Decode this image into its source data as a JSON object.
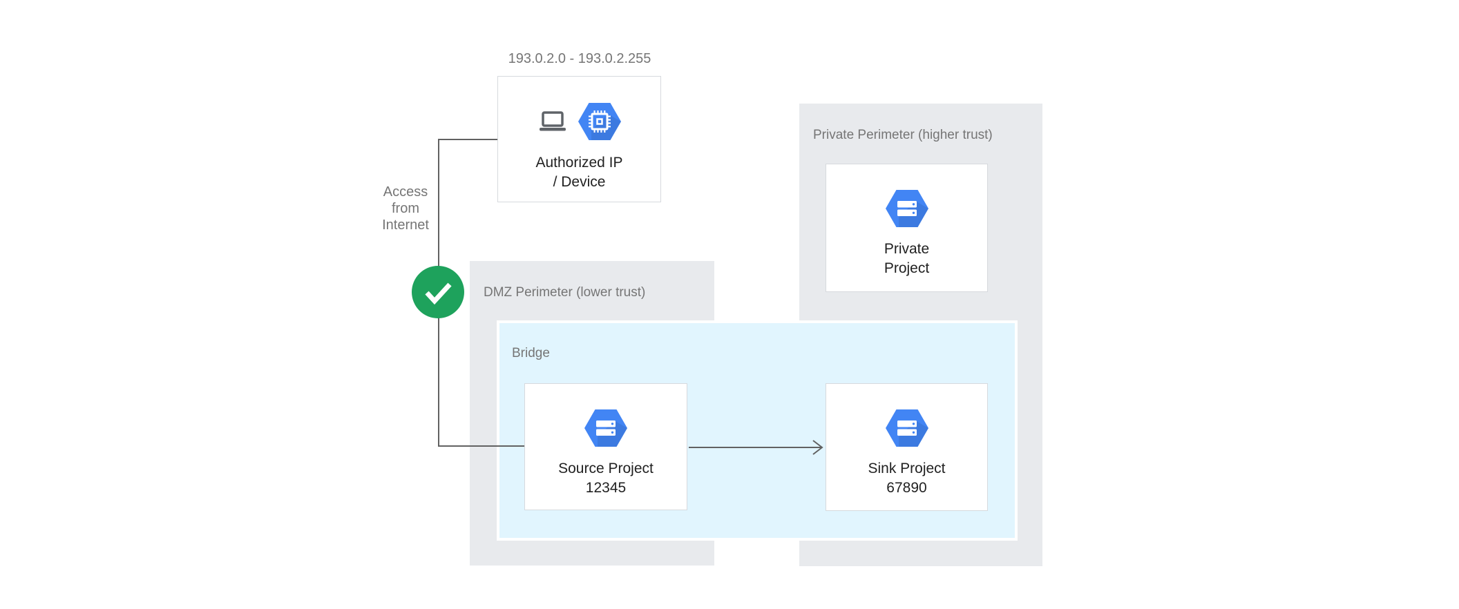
{
  "colors": {
    "perimeter_fill": "#e8eaed",
    "bridge_fill": "#e1f5fe",
    "hexagon_blue": "#4285f4",
    "check_green": "#1ea25c",
    "connector_gray": "#616161",
    "label_gray": "#757575",
    "text_dark": "#212121",
    "box_border": "#d6d9dd",
    "icon_gray": "#5f6368"
  },
  "diagram": {
    "ip_range_label": "193.0.2.0 - 193.0.2.255",
    "access_label": [
      "Access",
      "from",
      "Internet"
    ],
    "authorized_device": {
      "line1": "Authorized IP",
      "line2": "/ Device",
      "icons": [
        "laptop-icon",
        "compute-chip-hexagon-icon"
      ]
    },
    "dmz_perimeter": {
      "label": "DMZ Perimeter (lower trust)"
    },
    "bridge": {
      "label": "Bridge"
    },
    "source_project": {
      "line1": "Source Project",
      "line2": "12345",
      "icon": "project-hexagon-icon"
    },
    "sink_project": {
      "line1": "Sink Project",
      "line2": "67890",
      "icon": "project-hexagon-icon"
    },
    "private_perimeter": {
      "label": "Private Perimeter (higher trust)"
    },
    "private_project": {
      "line1": "Private",
      "line2": "Project",
      "icon": "project-hexagon-icon"
    },
    "status_icon": "check-circle-icon",
    "flow_icon": "arrow-right-connector"
  }
}
